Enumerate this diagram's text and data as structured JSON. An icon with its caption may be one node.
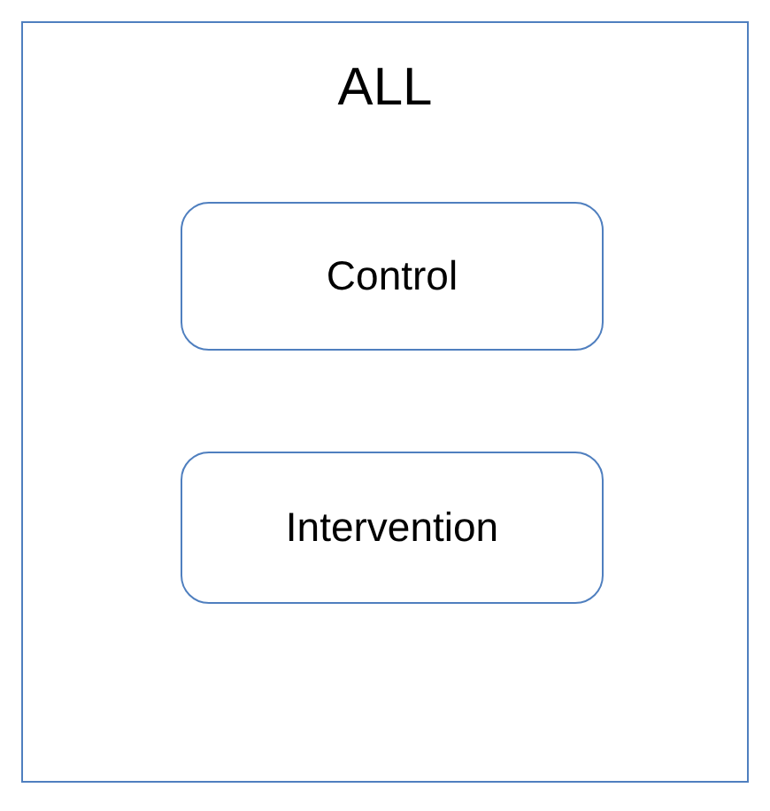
{
  "diagram": {
    "nodes": [
      {
        "text": [
          "ALL"
        ]
      },
      {
        "text": [
          "Control"
        ],
        "in": 0
      },
      {
        "text": [
          "Intervention"
        ],
        "in": 0
      }
    ]
  }
}
